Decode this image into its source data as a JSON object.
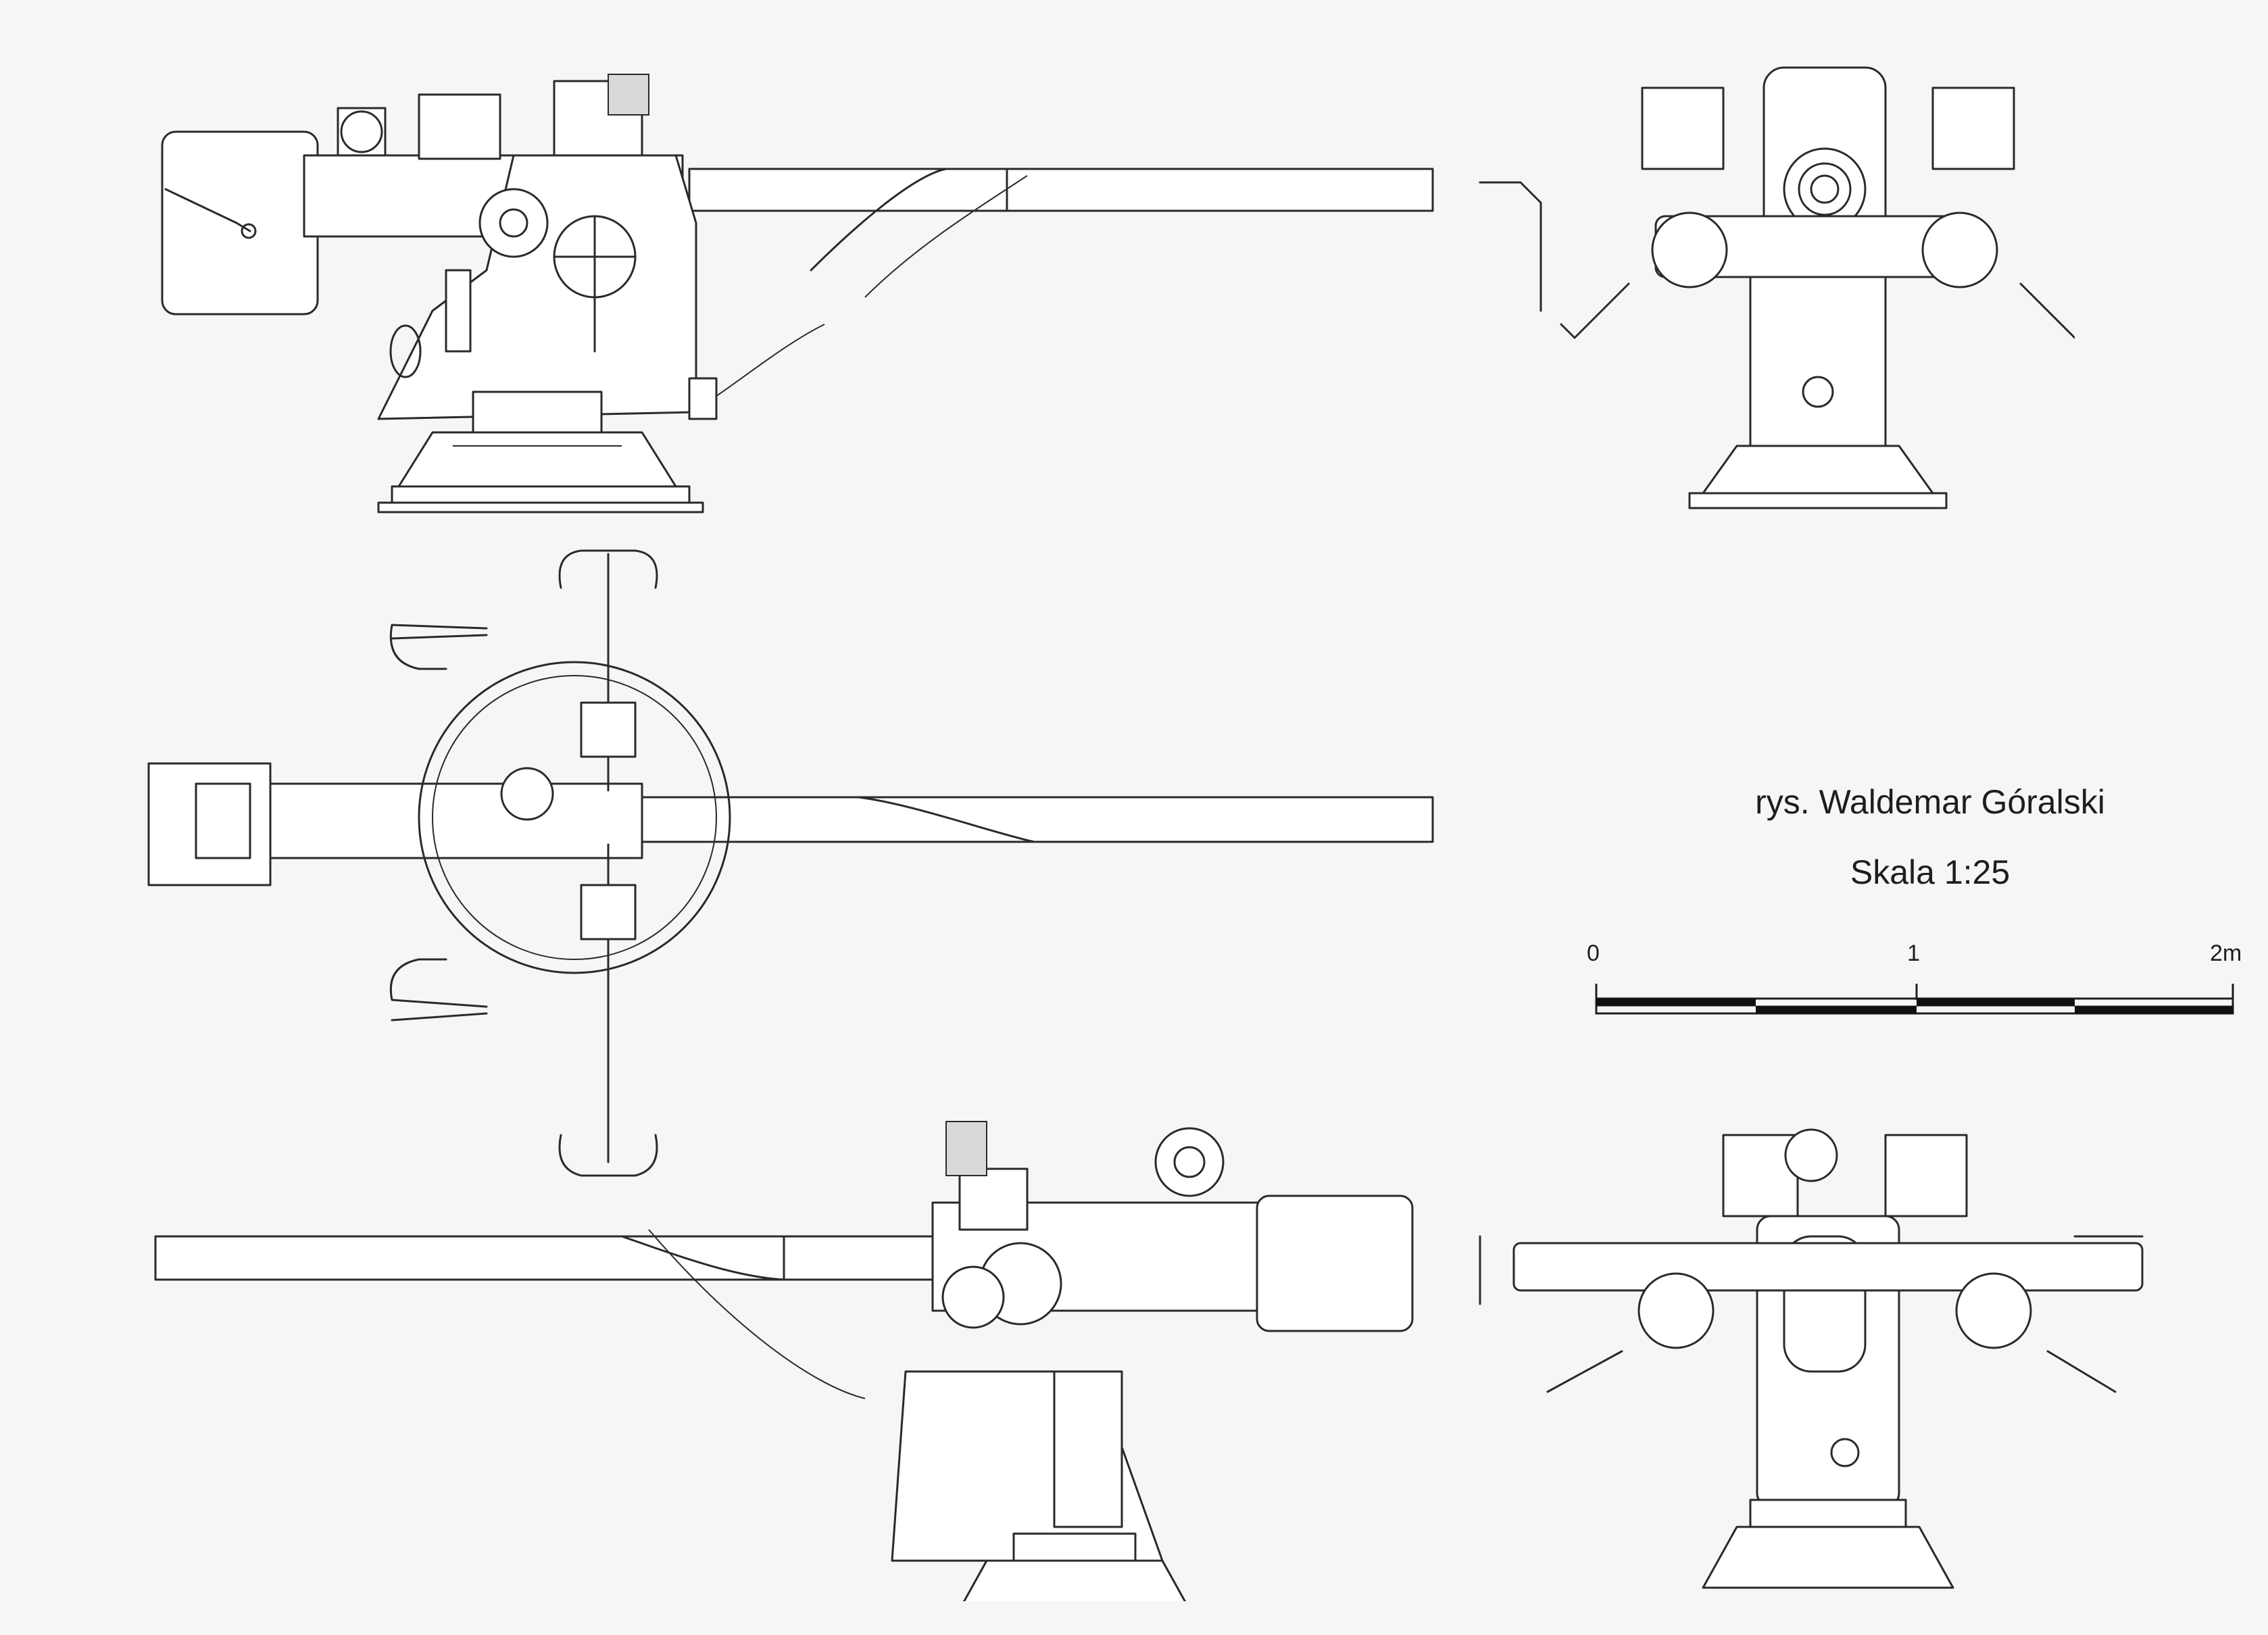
{
  "credit": "rys. Waldemar Góralski",
  "scale": {
    "title": "Skala 1:25",
    "ticks": [
      "0",
      "1",
      "2m"
    ],
    "segments": 4
  },
  "views": [
    "side-view-left",
    "front-view-upper",
    "top-view",
    "side-view-right",
    "rear-view-lower"
  ],
  "colors": {
    "ink": "#2a2a2a",
    "paper": "#f6f6f4"
  }
}
